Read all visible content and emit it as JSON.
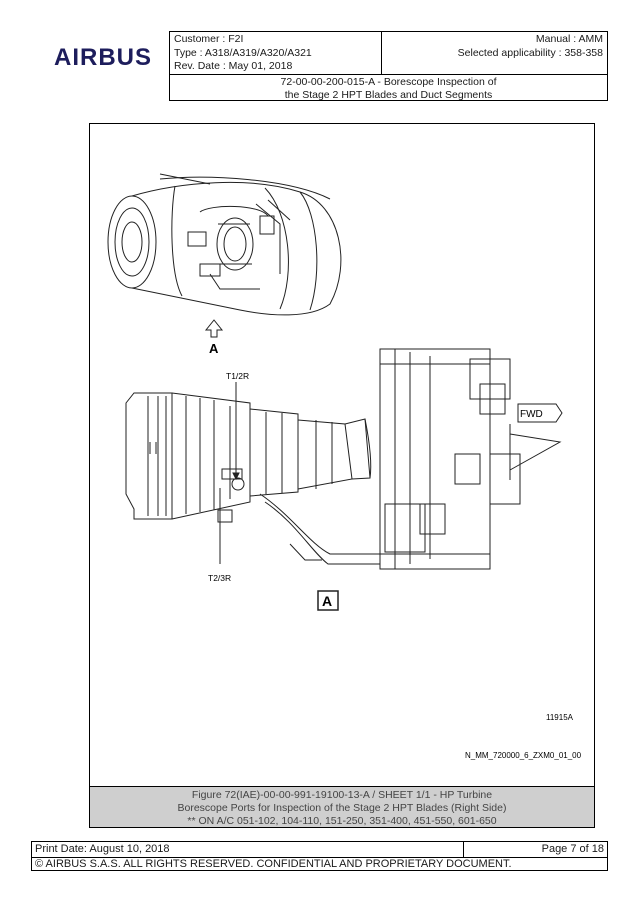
{
  "header": {
    "logo": "AIRBUS",
    "customer": "Customer : F2I",
    "type": "Type : A318/A319/A320/A321",
    "rev_date": "Rev. Date : May 01, 2018",
    "manual": "Manual : AMM",
    "applicability": "Selected applicability : 358-358",
    "title_line1": "72-00-00-200-015-A - Borescope Inspection of",
    "title_line2": "the Stage 2 HPT Blades and Duct Segments"
  },
  "figure": {
    "view_label_top": "A",
    "label_t1": "T1/2R",
    "label_t2": "T2/3R",
    "view_label_box": "A",
    "fwd": "FWD",
    "code1": "11915A",
    "code2": "N_MM_720000_6_ZXM0_01_00"
  },
  "caption": {
    "line1": "Figure 72(IAE)-00-00-991-19100-13-A / SHEET 1/1 - HP Turbine",
    "line2": "Borescope Ports for Inspection of the Stage 2 HPT Blades (Right Side)",
    "line3": "** ON A/C 051-102, 104-110, 151-250, 351-400, 451-550, 601-650"
  },
  "footer": {
    "print_date": "Print Date: August 10, 2018",
    "page": "Page 7 of 18",
    "copyright": "© AIRBUS S.A.S. ALL RIGHTS RESERVED. CONFIDENTIAL AND PROPRIETARY DOCUMENT."
  }
}
